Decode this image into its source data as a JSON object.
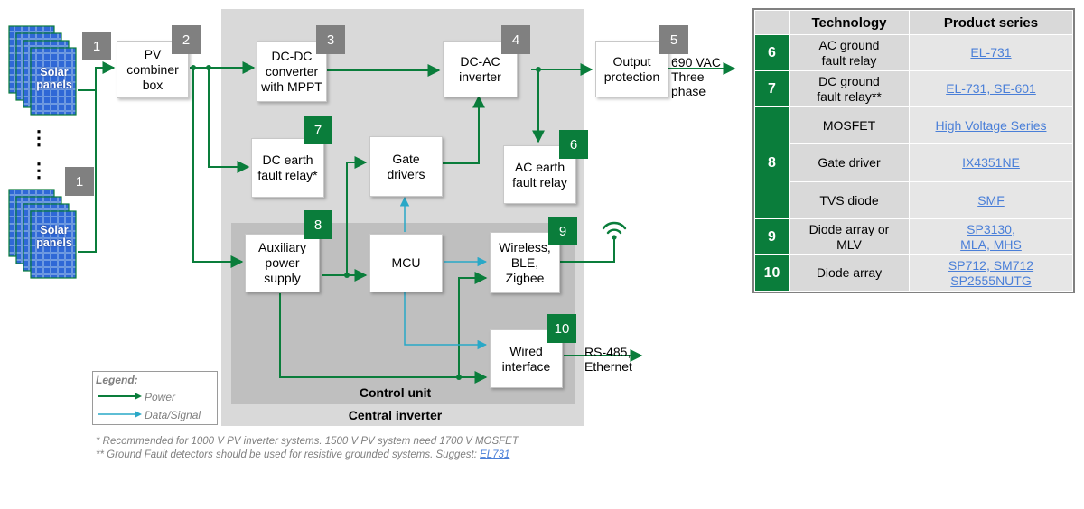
{
  "regions": {
    "central_inverter": "Central inverter",
    "control_unit": "Control unit"
  },
  "solar": {
    "label": "Solar\npanels",
    "dots": "⋮"
  },
  "blocks": {
    "pv_combiner": "PV\ncombiner\nbox",
    "dcdc": "DC-DC\nconverter\nwith MPPT",
    "dcac": "DC-AC\ninverter",
    "output_protection": "Output\nprotection",
    "dc_earth": "DC earth\nfault relay*",
    "gate_drivers": "Gate\ndrivers",
    "ac_earth": "AC earth\nfault relay",
    "aux_power": "Auxiliary\npower\nsupply",
    "mcu": "MCU",
    "wireless": "Wireless,\nBLE,\nZigbee",
    "wired": "Wired\ninterface"
  },
  "badges": {
    "solar_top": "1",
    "solar_bottom": "1",
    "pv_combiner": "2",
    "dcdc": "3",
    "dcac": "4",
    "output_protection": "5",
    "ac_earth": "6",
    "dc_earth": "7",
    "aux_power": "8",
    "wireless": "9",
    "wired": "10"
  },
  "io_labels": {
    "ac_out": "690 VAC\nThree\nphase",
    "wired_out": "RS-485,\nEthernet"
  },
  "legend": {
    "title": "Legend:",
    "power": "Power",
    "data": "Data/Signal"
  },
  "notes": {
    "note1": "* Recommended for 1000 V PV inverter systems. 1500 V PV system need 1700 V MOSFET",
    "note2": "** Ground Fault detectors should be used for resistive grounded systems. Suggest: ",
    "note2_link": "EL731"
  },
  "table": {
    "headers": [
      "Technology",
      "Product series"
    ],
    "rows": [
      {
        "num": "6",
        "tech": "AC ground\nfault relay",
        "products": "EL-731"
      },
      {
        "num": "7",
        "tech": "DC ground\nfault relay**",
        "products": "EL-731, SE-601"
      },
      {
        "num": "8",
        "tech": "MOSFET",
        "products": "High Voltage Series"
      },
      {
        "num": "",
        "tech": "Gate driver",
        "products": "IX4351NE"
      },
      {
        "num": "",
        "tech": "TVS diode",
        "products": "SMF"
      },
      {
        "num": "9",
        "tech": "Diode array or\nMLV",
        "products": "SP3130,\nMLA, MHS"
      },
      {
        "num": "10",
        "tech": "Diode array",
        "products": "SP712, SM712\nSP2555NUTG"
      }
    ]
  },
  "colors": {
    "power": "#0a7d3b",
    "data": "#29a8c7",
    "badge_gray": "#808080",
    "badge_green": "#0a7d3b"
  }
}
